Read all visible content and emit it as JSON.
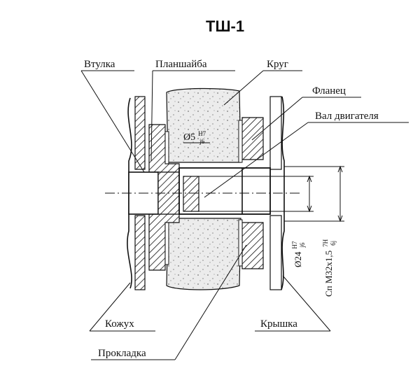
{
  "title": "ТШ-1",
  "labels": {
    "bushing": "Втулка",
    "faceplate": "Планшайба",
    "wheel": "Круг",
    "flange": "Фланец",
    "motor_shaft": "Вал двигателя",
    "casing": "Кожух",
    "cover": "Крышка",
    "gasket": "Прокладка"
  },
  "dimensions": {
    "d1_prefix": "Ø5",
    "d1_fit_top": "H7",
    "d1_fit_bottom": "j6",
    "d2_prefix": "Ø24",
    "d2_fit_top": "H7",
    "d2_fit_bottom": "j6",
    "thread_prefix": "Сп М32х1,5",
    "thread_fit_top": "7H",
    "thread_fit_bottom": "6j"
  }
}
